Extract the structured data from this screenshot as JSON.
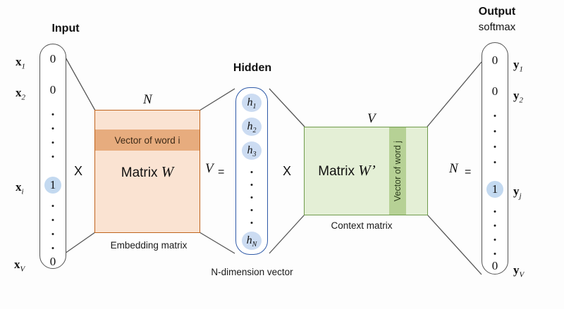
{
  "diagram": {
    "title_hint": "word2vec skip-gram architecture",
    "input": {
      "header": "Input",
      "cells": [
        "0",
        "0",
        "1",
        "0"
      ],
      "highlight_value": "1",
      "labels": [
        {
          "base": "x",
          "sub": "1"
        },
        {
          "base": "x",
          "sub": "2"
        },
        {
          "base": "x",
          "sub": "i"
        },
        {
          "base": "x",
          "sub": "V"
        }
      ]
    },
    "hidden": {
      "header": "Hidden",
      "cells": [
        "h1",
        "h2",
        "h3",
        "hN"
      ],
      "cell_labels": [
        {
          "base": "h",
          "sub": "1"
        },
        {
          "base": "h",
          "sub": "2"
        },
        {
          "base": "h",
          "sub": "3"
        },
        {
          "base": "h",
          "sub": "N"
        }
      ],
      "caption": "N-dimension vector"
    },
    "output": {
      "header": "Output",
      "subheader": "softmax",
      "cells": [
        "0",
        "0",
        "1",
        "0"
      ],
      "highlight_value": "1",
      "labels": [
        {
          "base": "y",
          "sub": "1"
        },
        {
          "base": "y",
          "sub": "2"
        },
        {
          "base": "y",
          "sub": "j"
        },
        {
          "base": "y",
          "sub": "V"
        }
      ]
    },
    "embedding_matrix": {
      "title_prefix": "Matrix ",
      "title_symbol": "W",
      "band_label": "Vector of word i",
      "caption": "Embedding matrix",
      "dim_top": "N",
      "dim_right": "V",
      "color_fill": "#fae3d2",
      "color_band": "#e7ac7e",
      "color_border": "#c0631c"
    },
    "context_matrix": {
      "title_prefix": "Matrix ",
      "title_symbol": "W’",
      "band_label": "Vector of word j",
      "caption": "Context matrix",
      "dim_top": "V",
      "dim_right": "N",
      "color_fill": "#e4efd6",
      "color_band": "#b6d195",
      "color_border": "#6f9b4b"
    },
    "operators": {
      "mult_left": "X",
      "mult_right": "X",
      "equals_left": "=",
      "equals_right": "="
    },
    "highlight_color": "#c3d9f0"
  }
}
